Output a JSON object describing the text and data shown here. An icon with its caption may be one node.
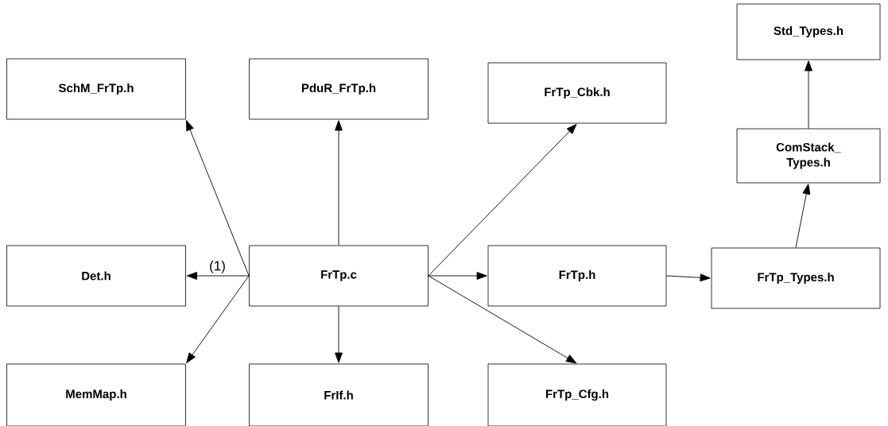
{
  "diagram": {
    "nodes": [
      {
        "text": [
          "Std_Types.h"
        ]
      },
      {
        "text": [
          "SchM_FrTp.h"
        ]
      },
      {
        "text": [
          "PduR_FrTp.h"
        ]
      },
      {
        "text": [
          "FrTp_Cbk.h"
        ]
      },
      {
        "text": [
          "ComStack_ Types.h"
        ]
      },
      {
        "text": [
          "Det.h"
        ]
      },
      {
        "text": [
          "FrTp.c"
        ]
      },
      {
        "text": [
          "FrTp.h"
        ]
      },
      {
        "text": [
          "FrTp_Types.h"
        ]
      },
      {
        "text": [
          "MemMap.h"
        ]
      },
      {
        "text": [
          "FrIf.h"
        ]
      },
      {
        "text": [
          "FrTp_Cfg.h"
        ]
      }
    ],
    "edges": [
      {
        "from": 6,
        "to": 1,
        "arrow": "to"
      },
      {
        "from": 6,
        "to": 5,
        "arrow": "to",
        "label": "(1)"
      },
      {
        "from": 6,
        "to": 9,
        "arrow": "to"
      },
      {
        "from": 6,
        "to": 2,
        "arrow": "to"
      },
      {
        "from": 6,
        "to": 10,
        "arrow": "to"
      },
      {
        "from": 6,
        "to": 3,
        "arrow": "to"
      },
      {
        "from": 6,
        "to": 7,
        "arrow": "to"
      },
      {
        "from": 6,
        "to": 11,
        "arrow": "to"
      },
      {
        "from": 7,
        "to": 8,
        "arrow": "to"
      },
      {
        "from": 8,
        "to": 4,
        "arrow": "to"
      },
      {
        "from": 4,
        "to": 0,
        "arrow": "to"
      }
    ]
  }
}
